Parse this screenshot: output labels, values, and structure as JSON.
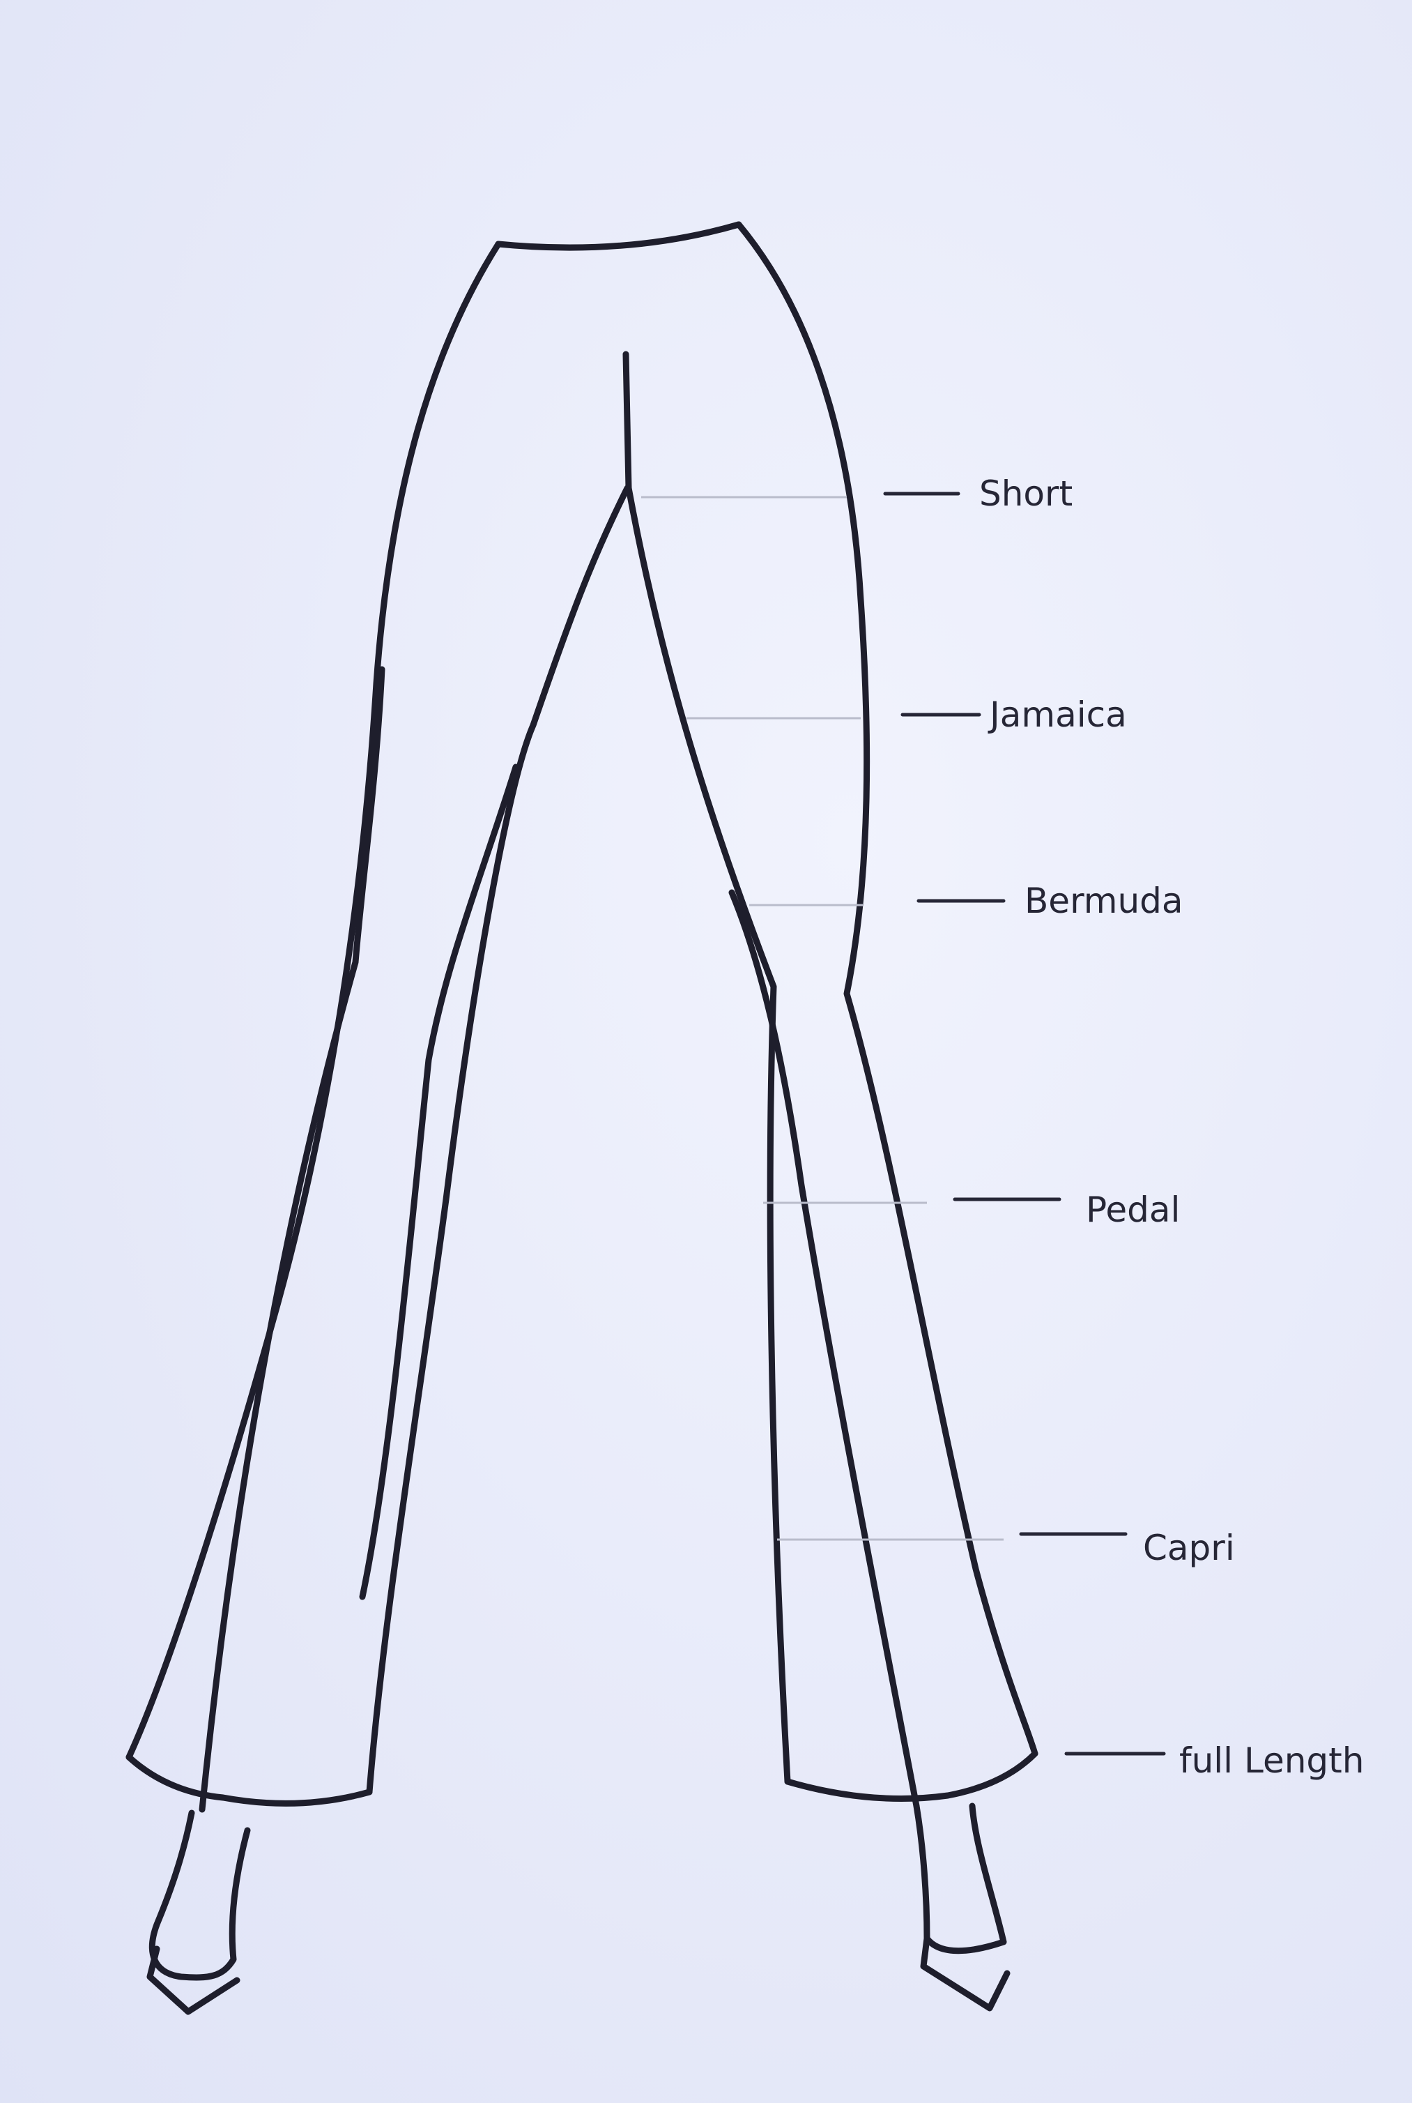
{
  "lengths": {
    "short": "Short",
    "jamaica": "Jamaica",
    "bermuda": "Bermuda",
    "pedal": "Pedal",
    "capri": "Capri",
    "full_length": "full Length"
  },
  "colors": {
    "paper": "#e9ecfa",
    "ink": "#1e1e2c",
    "guide": "#b9bccb"
  }
}
